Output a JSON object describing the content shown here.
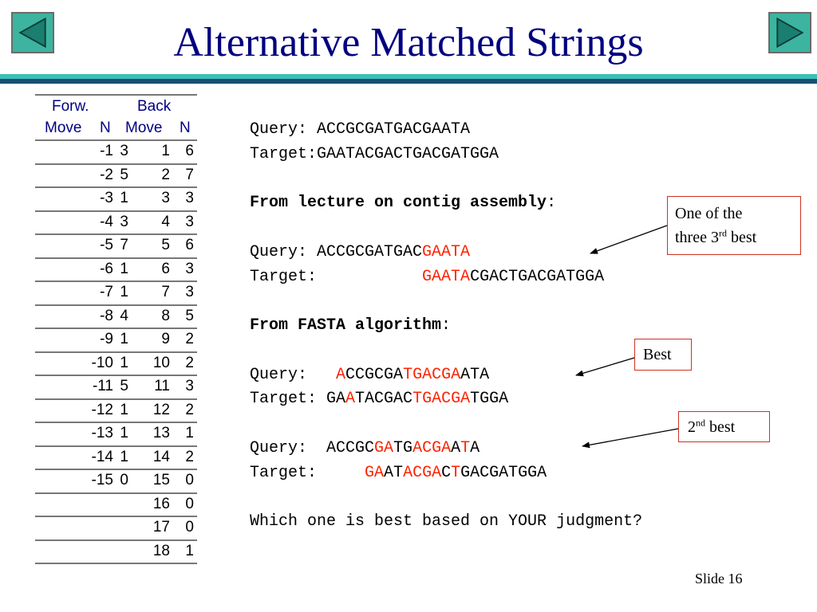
{
  "title": "Alternative Matched Strings",
  "table": {
    "headers": {
      "forw_top": "Forw.",
      "forw_move": "Move",
      "forw_n": "N",
      "back_top": "Back",
      "back_move": "Move",
      "back_n": "N"
    },
    "rows": [
      {
        "fm": "-1",
        "fn": "3",
        "bm": "1",
        "bn": "6"
      },
      {
        "fm": "-2",
        "fn": "5",
        "bm": "2",
        "bn": "7"
      },
      {
        "fm": "-3",
        "fn": "1",
        "bm": "3",
        "bn": "3"
      },
      {
        "fm": "-4",
        "fn": "3",
        "bm": "4",
        "bn": "3"
      },
      {
        "fm": "-5",
        "fn": "7",
        "bm": "5",
        "bn": "6"
      },
      {
        "fm": "-6",
        "fn": "1",
        "bm": "6",
        "bn": "3"
      },
      {
        "fm": "-7",
        "fn": "1",
        "bm": "7",
        "bn": "3"
      },
      {
        "fm": "-8",
        "fn": "4",
        "bm": "8",
        "bn": "5"
      },
      {
        "fm": "-9",
        "fn": "1",
        "bm": "9",
        "bn": "2"
      },
      {
        "fm": "-10",
        "fn": "1",
        "bm": "10",
        "bn": "2"
      },
      {
        "fm": "-11",
        "fn": "5",
        "bm": "11",
        "bn": "3"
      },
      {
        "fm": "-12",
        "fn": "1",
        "bm": "12",
        "bn": "2"
      },
      {
        "fm": "-13",
        "fn": "1",
        "bm": "13",
        "bn": "1"
      },
      {
        "fm": "-14",
        "fn": "1",
        "bm": "14",
        "bn": "2"
      },
      {
        "fm": "-15",
        "fn": "0",
        "bm": "15",
        "bn": "0"
      },
      {
        "fm": "",
        "fn": "",
        "bm": "16",
        "bn": "0"
      },
      {
        "fm": "",
        "fn": "",
        "bm": "17",
        "bn": "0"
      },
      {
        "fm": "",
        "fn": "",
        "bm": "18",
        "bn": "1"
      }
    ]
  },
  "text": {
    "q0_label": "Query: ",
    "q0_seq": "ACCGCGATGACGAATA",
    "t0_label": "Target:",
    "t0_seq": "GAATACGACTGACGATGGA",
    "heading1": "From lecture on contig assembly",
    "heading1_colon": ":",
    "q1_label": "Query: ",
    "q1_a": "ACCGCGATGAC",
    "q1_b": "GAATA",
    "t1_label": "Target:           ",
    "t1_a": "GAATA",
    "t1_b": "CGACTGACGATGGA",
    "heading2": "From FASTA algorithm",
    "heading2_colon": ":",
    "q2_label": "Query:   ",
    "q2_a": "A",
    "q2_b": "CCGCGA",
    "q2_c": "TGACGA",
    "q2_d": "ATA",
    "t2_label": "Target: ",
    "t2_a": "GA",
    "t2_b": "A",
    "t2_c": "TACGAC",
    "t2_d": "TGACGA",
    "t2_e": "TGGA",
    "q3_label": "Query:  ",
    "q3_a": "ACCGC",
    "q3_b": "GA",
    "q3_c": "TG",
    "q3_d": "ACGA",
    "q3_e": "A",
    "q3_f": "T",
    "q3_g": "A",
    "t3_label": "Target:     ",
    "t3_a": "GA",
    "t3_b": "AT",
    "t3_c": "ACGA",
    "t3_d": "C",
    "t3_e": "T",
    "t3_f": "GACGATGGA",
    "question": "Which one is best based on YOUR judgment?"
  },
  "callouts": {
    "c1_line1": "One of the",
    "c1_line2_pre": "three 3",
    "c1_sup": "rd",
    "c1_line2_post": " best",
    "c2": "Best",
    "c3_pre": "2",
    "c3_sup": "nd",
    "c3_post": " best"
  },
  "footer": {
    "slide": "Slide 16"
  },
  "colors": {
    "title": "#000080",
    "highlight": "#ff2200",
    "nav": "#3cb4a0"
  }
}
